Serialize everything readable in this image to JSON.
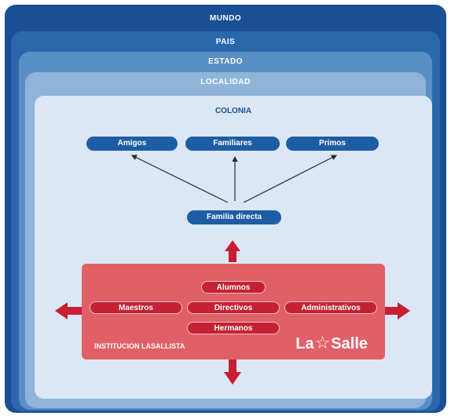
{
  "layers": {
    "mundo": "MUNDO",
    "pais": "PAIS",
    "estado": "ESTADO",
    "localidad": "LOCALIDAD",
    "colonia": "COLONIA"
  },
  "relatives": [
    "Amigos",
    "Familiares",
    "Primos"
  ],
  "family": "Familia directa",
  "institution": {
    "roles": {
      "alumnos": "Alumnos",
      "maestros": "Maestros",
      "directivos": "Directivos",
      "administrativos": "Administrativos",
      "hermanos": "Hermanos"
    },
    "label": "INSTITUCION LASALLISTA",
    "logo_left": "La",
    "logo_right": "Salle"
  },
  "colors": {
    "mundo": "#1a4f93",
    "pais": "#2b68ab",
    "estado": "#5a8fc6",
    "localidad": "#8fb4da",
    "colonia": "#dbe7f4",
    "pill_blue": "#1d5da3",
    "institution": "#e16068",
    "role_pill": "#c42234",
    "arrow_red": "#c81e33"
  }
}
